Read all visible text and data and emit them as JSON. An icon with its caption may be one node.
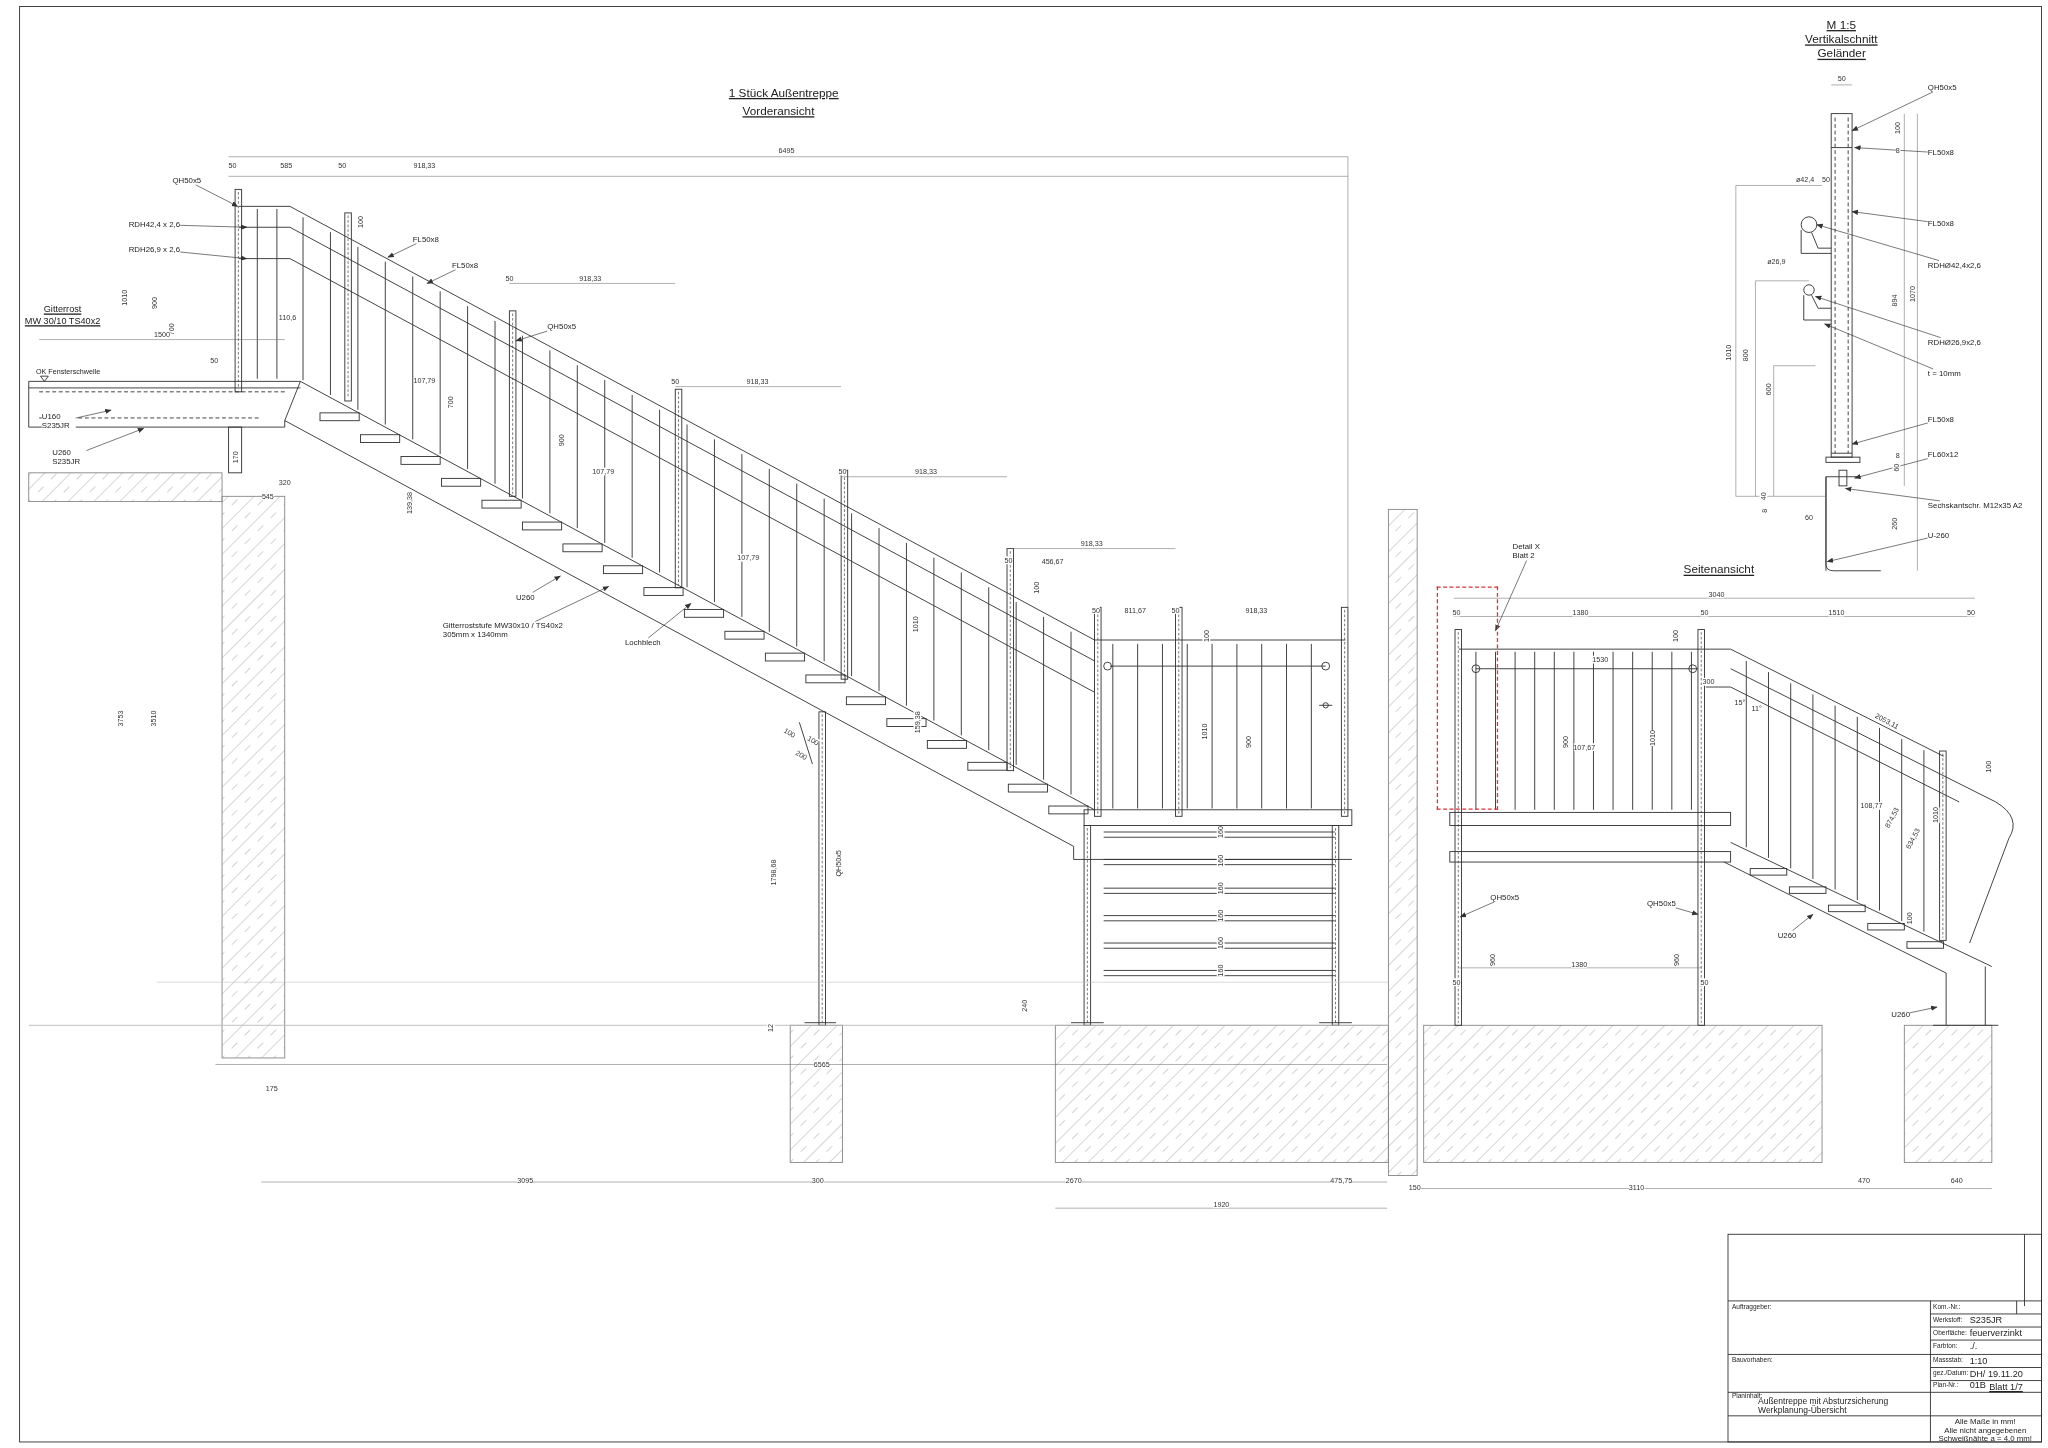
{
  "diagram": {
    "title": "1 Stück Außentreppe",
    "nodes": [
      {
        "text": [
          "QH50x5"
        ]
      },
      {
        "text": [
          "RDH42,4 x 2,6"
        ]
      },
      {
        "text": [
          "RDH26,9 x 2,6"
        ]
      },
      {
        "text": [
          "FL50x8"
        ]
      },
      {
        "text": [
          "FL50x8"
        ]
      },
      {
        "text": [
          "QH50x5"
        ]
      },
      {
        "text": [
          "U160 S235JR"
        ]
      },
      {
        "text": [
          "U260 S235JR"
        ]
      },
      {
        "text": [
          "U260"
        ]
      },
      {
        "text": [
          "Gitterroststufe MW30x10 / TS40x2 305mm x 1340mm"
        ]
      },
      {
        "text": [
          "Lochblech"
        ]
      },
      {
        "text": [
          "Detail X Blatt 2"
        ]
      },
      {
        "text": [],
        "shape": "box"
      },
      {
        "text": [
          "QH50x5"
        ]
      },
      {
        "text": [
          "QH50x5"
        ]
      },
      {
        "text": [
          "U260"
        ]
      },
      {
        "text": [
          "U260"
        ]
      },
      {
        "text": [
          "QH50x5"
        ]
      },
      {
        "text": [
          "FL50x8"
        ]
      },
      {
        "text": [
          "FL50x8"
        ]
      },
      {
        "text": [
          "RDHØ42,4x2,6"
        ]
      },
      {
        "text": [
          "RDHØ26,9x2,6"
        ]
      },
      {
        "text": [
          "t = 10mm"
        ]
      },
      {
        "text": [
          "FL50x8"
        ]
      },
      {
        "text": [
          "FL60x12"
        ]
      },
      {
        "text": [
          "Sechskantschr. M12x35 A2"
        ]
      },
      {
        "text": [
          "U-260"
        ]
      }
    ],
    "edges": [
      {
        "from": 0,
        "to": null,
        "arrow": "to"
      },
      {
        "from": 1,
        "to": null,
        "arrow": "to"
      },
      {
        "from": 2,
        "to": null,
        "arrow": "to"
      },
      {
        "from": 3,
        "to": null,
        "arrow": "to"
      },
      {
        "from": 4,
        "to": null,
        "arrow": "to"
      },
      {
        "from": 5,
        "to": null,
        "arrow": "to"
      },
      {
        "from": 6,
        "to": null,
        "arrow": "to"
      },
      {
        "from": 7,
        "to": null,
        "arrow": "to"
      },
      {
        "from": 8,
        "to": null,
        "arrow": "to"
      },
      {
        "from": 9,
        "to": null,
        "arrow": "to"
      },
      {
        "from": 10,
        "to": null,
        "arrow": "to"
      },
      {
        "from": 11,
        "to": 12,
        "arrow": "to"
      },
      {
        "from": 13,
        "to": null,
        "arrow": "to"
      },
      {
        "from": 14,
        "to": null,
        "arrow": "to"
      },
      {
        "from": 15,
        "to": null,
        "arrow": "to"
      },
      {
        "from": 16,
        "to": null,
        "arrow": "to"
      },
      {
        "from": 17,
        "to": null,
        "arrow": "to"
      },
      {
        "from": 18,
        "to": null,
        "arrow": "to"
      },
      {
        "from": 19,
        "to": null,
        "arrow": "to"
      },
      {
        "from": 20,
        "to": null,
        "arrow": "to"
      },
      {
        "from": 21,
        "to": null,
        "arrow": "to"
      },
      {
        "from": 22,
        "to": null,
        "arrow": "to"
      },
      {
        "from": 23,
        "to": null,
        "arrow": "to"
      },
      {
        "from": 24,
        "to": null,
        "arrow": "to"
      },
      {
        "from": 25,
        "to": null,
        "arrow": "to"
      },
      {
        "from": 26,
        "to": null,
        "arrow": "to"
      }
    ],
    "labels": [
      "Vorderansicht",
      "6495",
      "50",
      "585",
      "50",
      "918,33",
      "100",
      "1010",
      "900",
      "700",
      "Gitterrost",
      "MW 30/10 TS40x2",
      "1500",
      "50",
      "OK Fensterschwelle",
      "110,6",
      "170",
      "320",
      "545",
      "107,79",
      "700",
      "139,38",
      "50",
      "918,33",
      "900",
      "107,79",
      "50",
      "918,33",
      "107,79",
      "50",
      "918,33",
      "1010",
      "159,38",
      "918,33",
      "50",
      "456,67",
      "100",
      "50",
      "811,67",
      "50",
      "918,33",
      "100",
      "1010",
      "900",
      "100",
      "100",
      "200",
      "1798,68",
      "QH50x5",
      "3753",
      "3510",
      "160",
      "160",
      "160",
      "160",
      "160",
      "160",
      "240",
      "12",
      "6565",
      "175",
      "3095",
      "300",
      "2670",
      "475,75",
      "1920",
      "Seitenansicht",
      "3040",
      "50",
      "1380",
      "50",
      "1510",
      "50",
      "100",
      "1530",
      "300",
      "15°",
      "11°",
      "900",
      "107,67",
      "1010",
      "2053,11",
      "100",
      "108,77",
      "874,53",
      "634,53",
      "1010",
      "100",
      "960",
      "960",
      "50",
      "1380",
      "50",
      "150",
      "3110",
      "470",
      "640",
      "M 1:5",
      "Vertikalschnitt",
      "Geländer",
      "50",
      "100",
      "8",
      "1010",
      "ø42,4",
      "50",
      "894",
      "1070",
      "800",
      "ø26,9",
      "600",
      "8",
      "60",
      "40",
      "8",
      "60",
      "260",
      "Auftraggeber:",
      "Kom.-Nr.:",
      "Werkstoff:",
      "S235JR",
      "Oberfläche:",
      "feuerverzinkt",
      "Farbton:",
      "./.",
      "Bauvorhaben:",
      "Massstab:",
      "1:10",
      "gez./Datum:",
      "DH/ 19.11.20",
      "Plan-Nr.:",
      "01B",
      "Blatt 1/7",
      "Planinhalt:",
      "Außentreppe mit Absturzsicherung",
      "Werkplanung-Übersicht",
      "Alle Maße in mm!",
      "Alle nicht angegebenen Schweißnähte a = 4,0 mm!"
    ]
  }
}
